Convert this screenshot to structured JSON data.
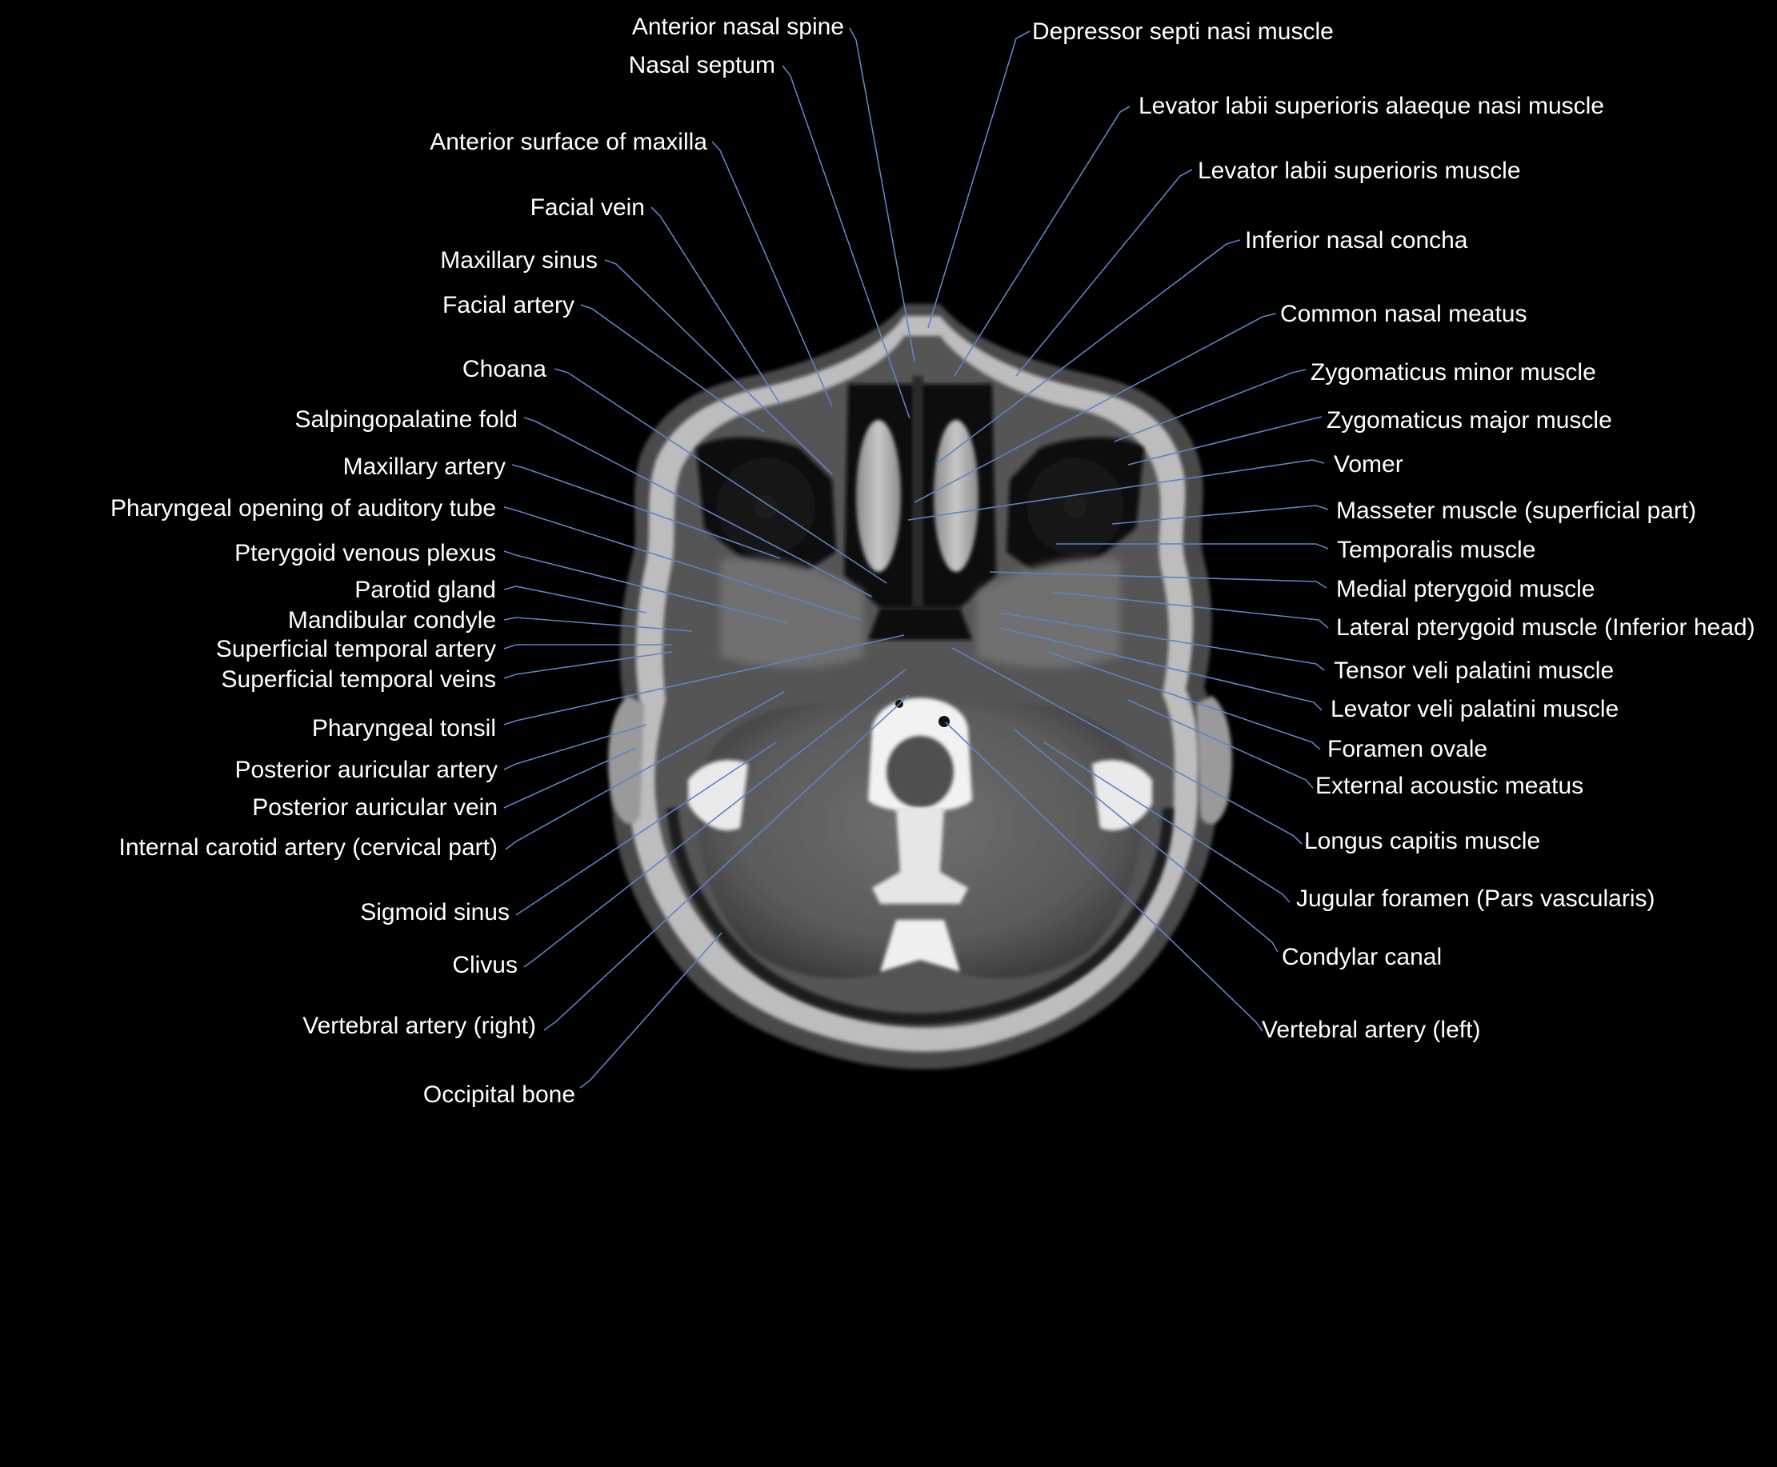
{
  "colors": {
    "background": "#000000",
    "label_text": "#ffffff",
    "leader_line": "#5f82c4"
  },
  "labels_left": [
    {
      "text": "Anterior nasal spine"
    },
    {
      "text": "Nasal septum"
    },
    {
      "text": "Anterior surface of maxilla"
    },
    {
      "text": "Facial vein"
    },
    {
      "text": "Maxillary sinus"
    },
    {
      "text": "Facial artery"
    },
    {
      "text": "Choana"
    },
    {
      "text": "Salpingopalatine fold"
    },
    {
      "text": "Maxillary artery"
    },
    {
      "text": "Pharyngeal opening of auditory tube"
    },
    {
      "text": "Pterygoid venous plexus"
    },
    {
      "text": "Parotid gland"
    },
    {
      "text": "Mandibular condyle"
    },
    {
      "text": "Superficial temporal artery"
    },
    {
      "text": "Superficial temporal veins"
    },
    {
      "text": "Pharyngeal tonsil"
    },
    {
      "text": "Posterior auricular artery"
    },
    {
      "text": "Posterior auricular vein"
    },
    {
      "text": "Internal carotid artery (cervical part)"
    },
    {
      "text": "Sigmoid sinus"
    },
    {
      "text": "Clivus"
    },
    {
      "text": "Vertebral artery (right)"
    },
    {
      "text": "Occipital bone"
    }
  ],
  "labels_right": [
    {
      "text": "Depressor septi nasi muscle"
    },
    {
      "text": "Levator labii superioris alaeque nasi muscle"
    },
    {
      "text": "Levator labii superioris muscle"
    },
    {
      "text": "Inferior nasal concha"
    },
    {
      "text": "Common nasal meatus"
    },
    {
      "text": "Zygomaticus minor muscle"
    },
    {
      "text": "Zygomaticus major muscle"
    },
    {
      "text": "Vomer"
    },
    {
      "text": "Masseter muscle (superficial part)"
    },
    {
      "text": "Temporalis muscle"
    },
    {
      "text": "Medial pterygoid muscle"
    },
    {
      "text": "Lateral pterygoid muscle (Inferior head)"
    },
    {
      "text": "Tensor veli palatini muscle"
    },
    {
      "text": "Levator veli palatini muscle"
    },
    {
      "text": "Foramen ovale"
    },
    {
      "text": "External acoustic meatus"
    },
    {
      "text": "Longus capitis muscle"
    },
    {
      "text": "Jugular foramen (Pars vascularis)"
    },
    {
      "text": "Condylar canal"
    },
    {
      "text": "Vertebral artery (left)"
    }
  ]
}
